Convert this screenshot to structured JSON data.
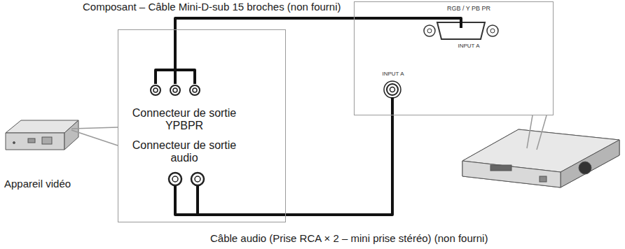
{
  "diagram": {
    "nodes": [
      {
        "text": [
          "Connecteur de sortie YPBPR",
          "Connecteur de sortie audio"
        ]
      },
      {
        "text": [
          "RGB / Y PB PR",
          "INPUT A",
          "INPUT A"
        ]
      }
    ],
    "edges": [
      {
        "from": 0,
        "to": 1,
        "arrow": "none"
      },
      {
        "from": 0,
        "to": 1,
        "arrow": "none"
      }
    ],
    "labels": [
      "Composant – Câble Mini-D-sub 15 broches (non fourni)",
      "Appareil vidéo",
      "Câble audio (Prise RCA × 2 – mini prise stéréo) (non fourni)"
    ]
  }
}
